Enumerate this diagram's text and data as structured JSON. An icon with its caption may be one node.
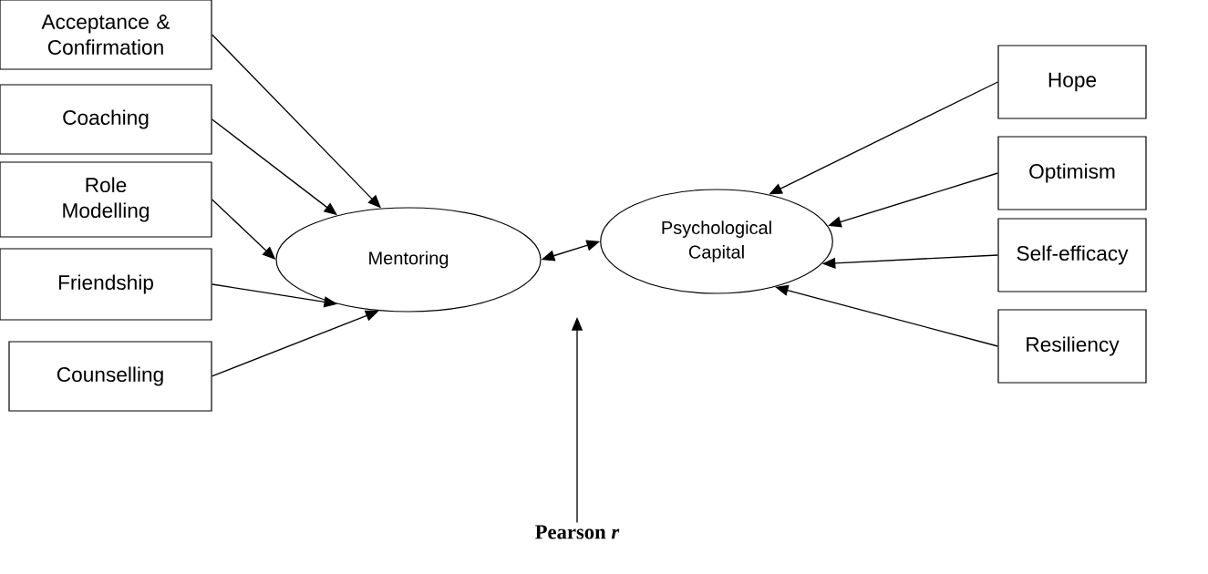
{
  "diagram": {
    "nodes": [
      {
        "text": [
          "Acceptance & Confirmation"
        ]
      },
      {
        "text": [
          "Coaching"
        ]
      },
      {
        "text": [
          "Role Modelling"
        ]
      },
      {
        "text": [
          "Friendship"
        ]
      },
      {
        "text": [
          "Counselling"
        ]
      },
      {
        "text": [
          "Mentoring"
        ]
      },
      {
        "text": [
          "Psychological Capital"
        ]
      },
      {
        "text": [
          "Hope"
        ]
      },
      {
        "text": [
          "Optimism"
        ]
      },
      {
        "text": [
          "Self-efficacy"
        ]
      },
      {
        "text": [
          "Resiliency"
        ]
      },
      {
        "text": [
          "Pearson *r*"
        ]
      }
    ],
    "edges": [
      {
        "from": 0,
        "to": 5,
        "arrow": "to"
      },
      {
        "from": 1,
        "to": 5,
        "arrow": "to"
      },
      {
        "from": 2,
        "to": 5,
        "arrow": "to"
      },
      {
        "from": 3,
        "to": 5,
        "arrow": "to"
      },
      {
        "from": 4,
        "to": 5,
        "arrow": "to"
      },
      {
        "from": 5,
        "to": 6,
        "arrow": "both"
      },
      {
        "from": 7,
        "to": 6,
        "arrow": "to"
      },
      {
        "from": 8,
        "to": 6,
        "arrow": "to"
      },
      {
        "from": 9,
        "to": 6,
        "arrow": "to"
      },
      {
        "from": 10,
        "to": 6,
        "arrow": "to"
      },
      {
        "from": 11,
        "to": null,
        "arrow": "to"
      }
    ]
  }
}
